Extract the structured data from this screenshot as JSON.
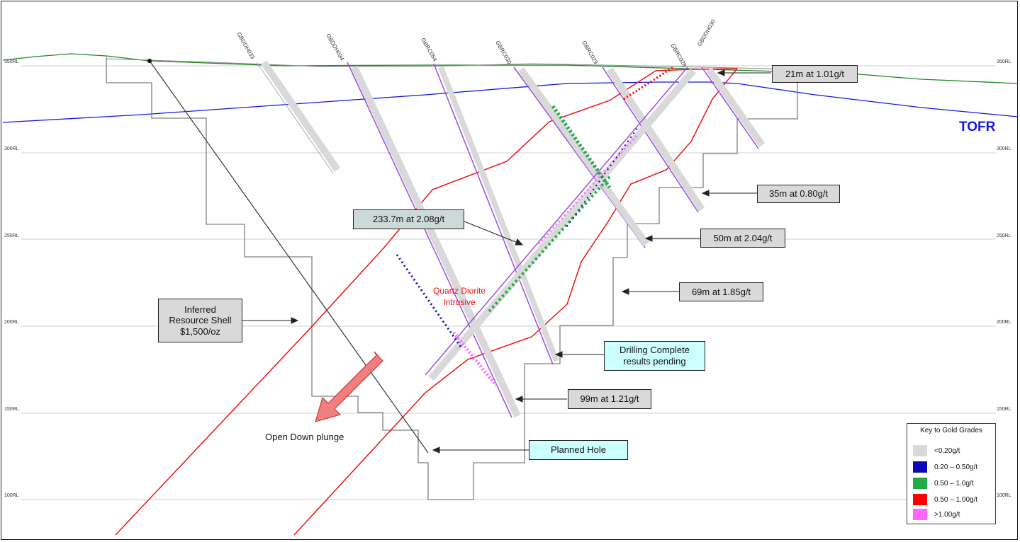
{
  "rl_labels": [
    "350RL",
    "300RL",
    "250RL",
    "200RL",
    "150RL",
    "100RL"
  ],
  "holes": [
    "GBDDH033",
    "GBDDH034",
    "GBRC054",
    "GBRC030",
    "GBRC029",
    "GBRC028",
    "GBDDH030"
  ],
  "callouts": {
    "c21": "21m at 1.01g/t",
    "c35": "35m at 0.80g/t",
    "c50": "50m at 2.04g/t",
    "c69": "69m at 1.85g/t",
    "c99": "99m at 1.21g/t",
    "c233": "233.7m at 2.08g/t",
    "drilling_line1": "Drilling Complete",
    "drilling_line2": "results pending",
    "planned": "Planned Hole",
    "shell_line1": "Inferred",
    "shell_line2": "Resource Shell",
    "shell_line3": "$1,500/oz"
  },
  "labels": {
    "tofr": "TOFR",
    "quartz_line1": "Quartz Diorite",
    "quartz_line2": "Intrusive",
    "open_down_plunge": "Open Down plunge"
  },
  "legend": {
    "title": "Key to Gold Grades",
    "items": [
      {
        "label": "<0.20g/t",
        "color": "#d9d9d9"
      },
      {
        "label": "0.20 – 0.50g/t",
        "color": "#0a0ab4"
      },
      {
        "label": "0.50 – 1.0g/t",
        "color": "#22aa44"
      },
      {
        "label": "0.50 – 1.00g/t",
        "color": "#ff0000"
      },
      {
        "label": ">1.00g/t",
        "color": "#ff66ff"
      }
    ]
  },
  "colors": {
    "topography": "#228822",
    "tofr": "#1616e6",
    "intrusive": "#ee1111",
    "shell": "#808080",
    "planned_hole": "#333333",
    "drillhole_trace": "#9b4de0"
  }
}
